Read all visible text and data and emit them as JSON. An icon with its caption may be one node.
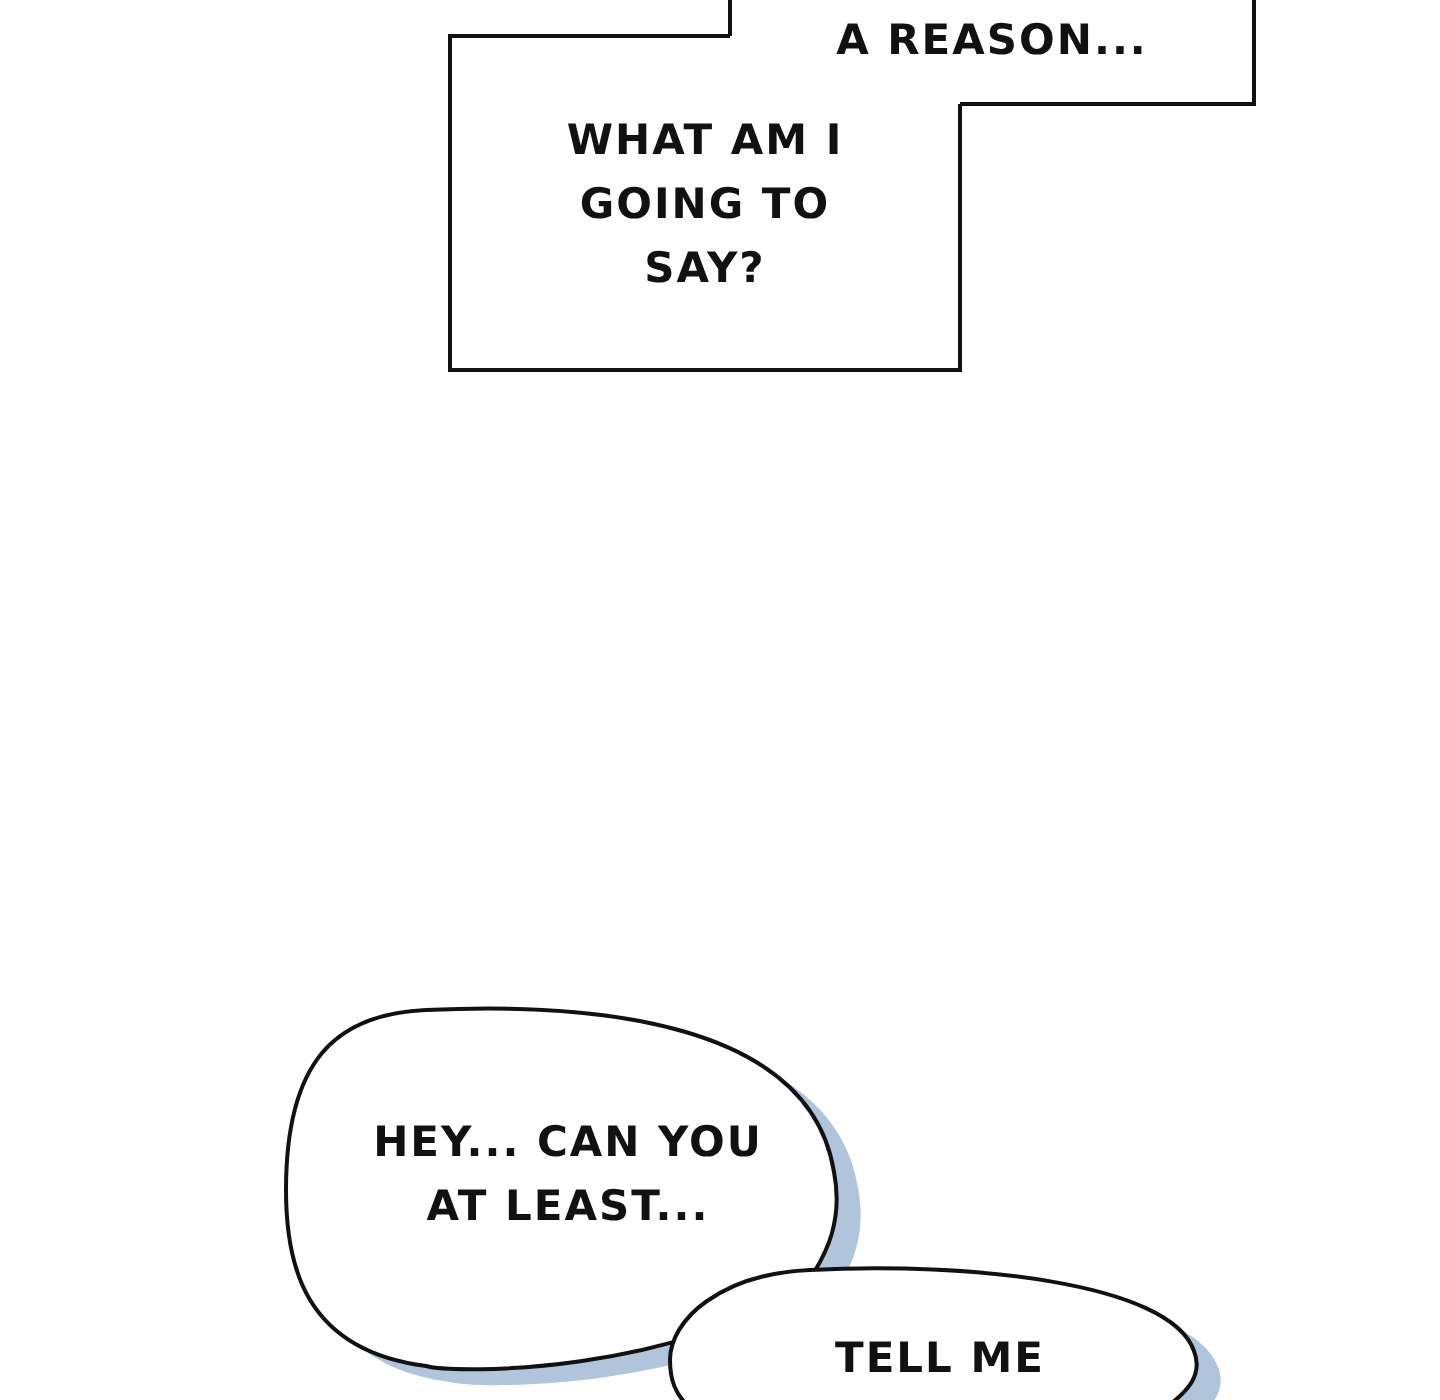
{
  "diagram": {
    "nodes": [
      {
        "text": [
          "A REASON..."
        ]
      },
      {
        "text": [
          "WHAT AM I GOING TO SAY?"
        ]
      },
      {
        "text": [
          "HEY... CAN YOU AT LEAST..."
        ]
      },
      {
        "text": [
          "TELL ME"
        ]
      }
    ]
  }
}
